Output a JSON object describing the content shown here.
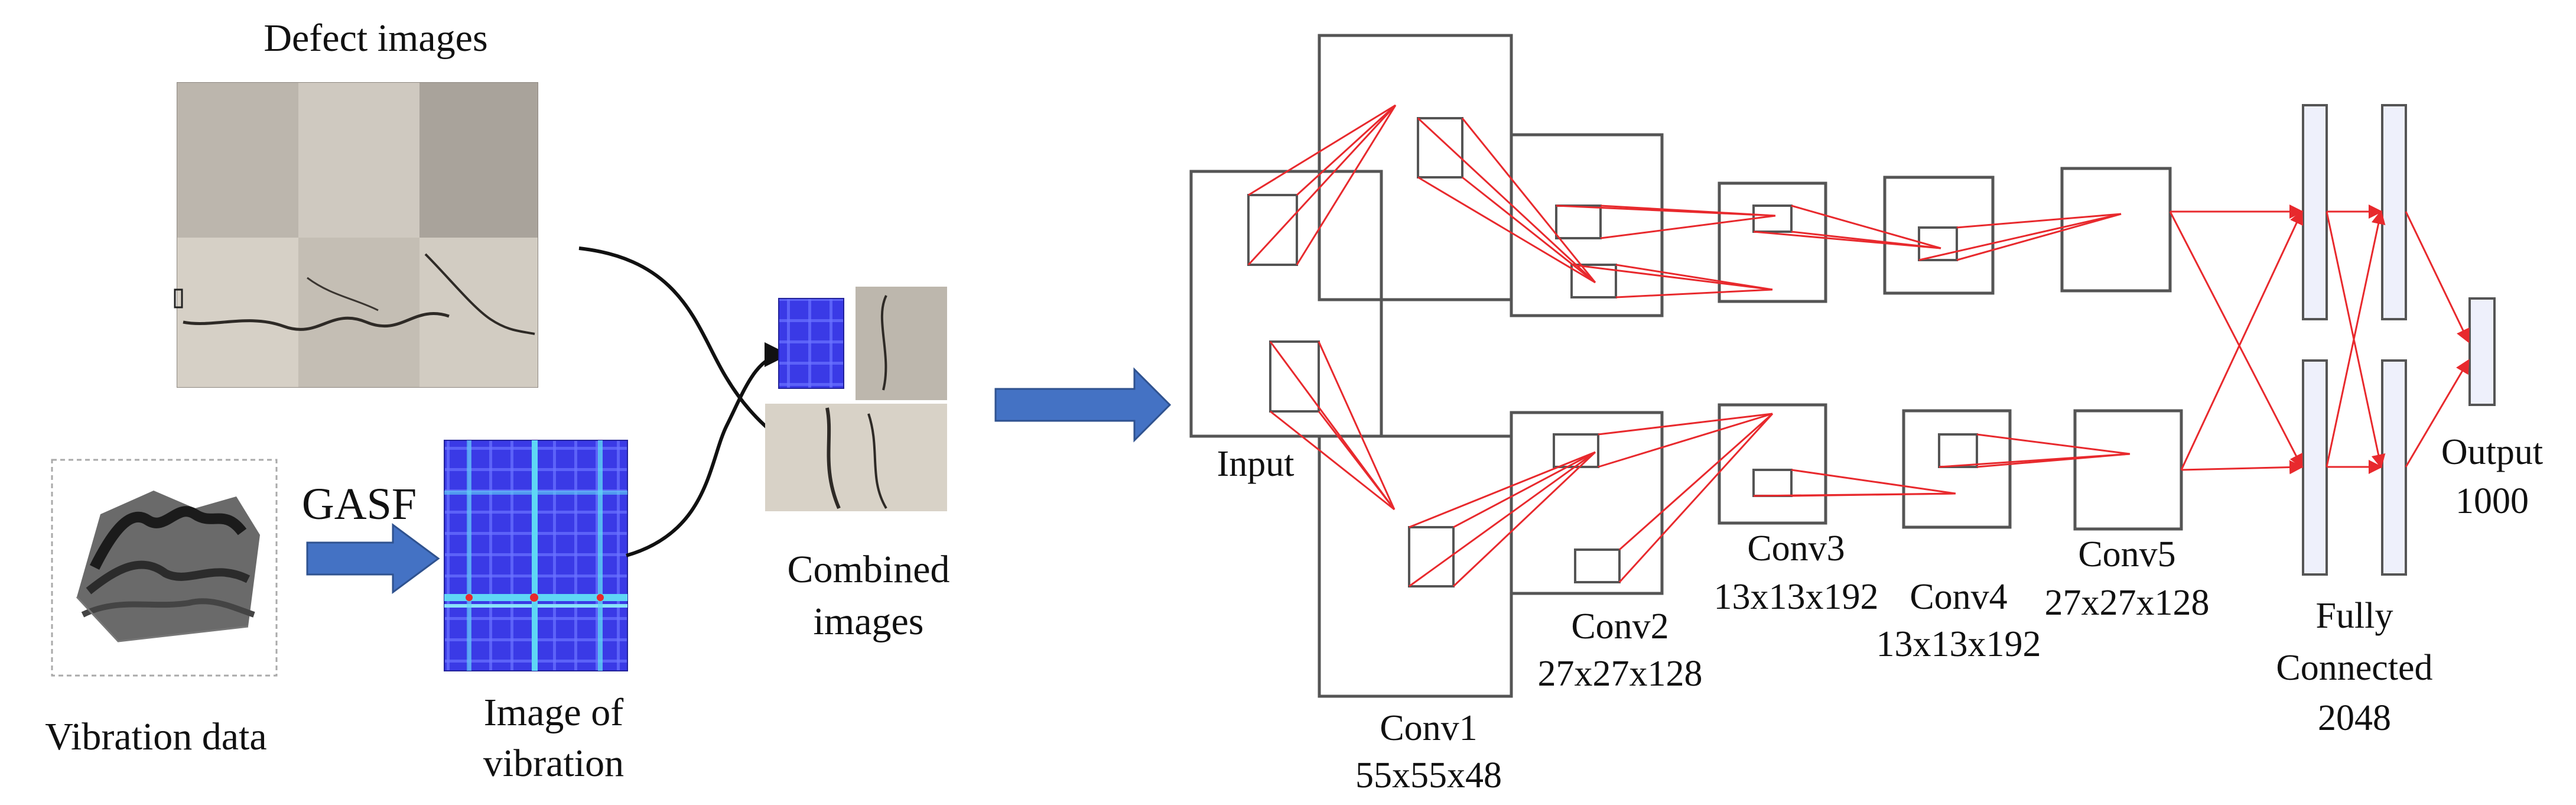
{
  "left": {
    "defect_title": "Defect images",
    "gasf_label": "GASF",
    "vibration_data_label": "Vibration data",
    "image_of_vibration_label": [
      "Image of",
      "vibration"
    ],
    "combined_label": [
      "Combined",
      "images"
    ]
  },
  "network": {
    "input_label": "Input",
    "conv1_label": [
      "Conv1",
      "55x55x48"
    ],
    "conv2_label": [
      "Conv2",
      "27x27x128"
    ],
    "conv3_label": [
      "Conv3",
      "13x13x192"
    ],
    "conv4_label": [
      "Conv4",
      "13x13x192"
    ],
    "conv5_label": [
      "Conv5",
      "27x27x128"
    ],
    "fc_label": [
      "Fully",
      "Connected",
      "2048"
    ],
    "output_label": [
      "Output",
      "1000"
    ]
  },
  "colors": {
    "arrow_blue": "#4472C4",
    "connection_red": "#E8292D",
    "box_gray": "#555555",
    "gasf_blue": "#3A3AE6",
    "gasf_cyan": "#5FD6F5"
  }
}
